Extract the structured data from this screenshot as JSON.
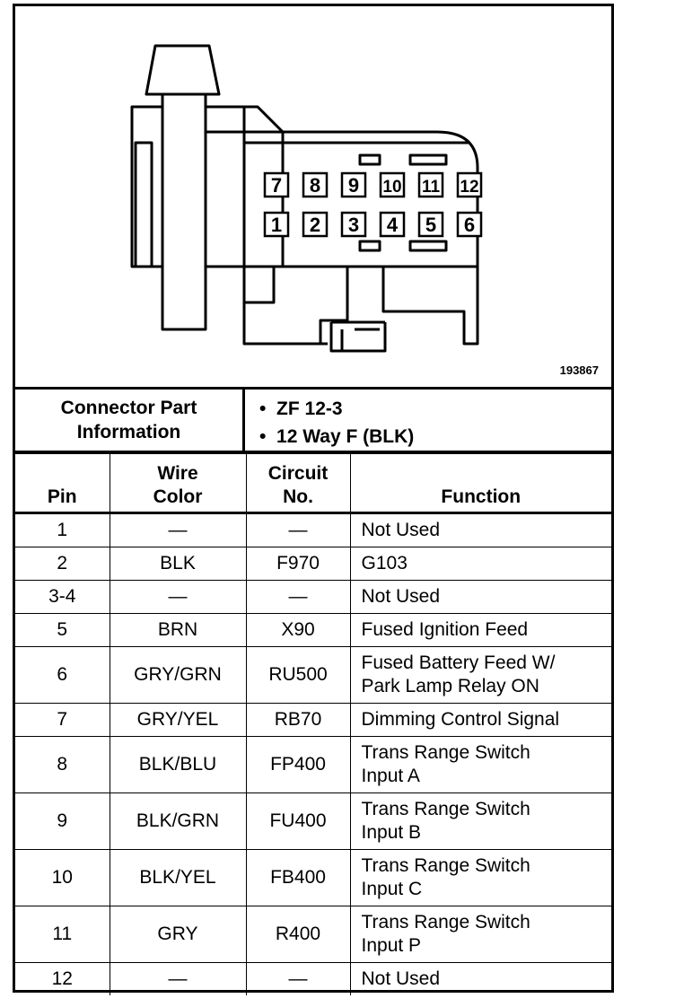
{
  "figure": {
    "id": "193867",
    "cavity_numbers_top": [
      "7",
      "8",
      "9",
      "10",
      "11",
      "12"
    ],
    "cavity_numbers_bottom": [
      "1",
      "2",
      "3",
      "4",
      "5",
      "6"
    ]
  },
  "connector_info": {
    "label_line1": "Connector Part",
    "label_line2": "Information",
    "items": [
      "ZF 12-3",
      "12 Way F (BLK)"
    ]
  },
  "table": {
    "headers": {
      "pin": "Pin",
      "wire_color_line1": "Wire",
      "wire_color_line2": "Color",
      "circuit_line1": "Circuit",
      "circuit_line2": "No.",
      "function": "Function"
    },
    "rows": [
      {
        "pin": "1",
        "color": "—",
        "circuit": "—",
        "function": [
          "Not Used"
        ]
      },
      {
        "pin": "2",
        "color": "BLK",
        "circuit": "F970",
        "function": [
          "G103"
        ]
      },
      {
        "pin": "3-4",
        "color": "—",
        "circuit": "—",
        "function": [
          "Not Used"
        ]
      },
      {
        "pin": "5",
        "color": "BRN",
        "circuit": "X90",
        "function": [
          "Fused Ignition Feed"
        ]
      },
      {
        "pin": "6",
        "color": "GRY/GRN",
        "circuit": "RU500",
        "function": [
          "Fused Battery Feed W/",
          "Park Lamp Relay ON"
        ]
      },
      {
        "pin": "7",
        "color": "GRY/YEL",
        "circuit": "RB70",
        "function": [
          "Dimming Control Signal"
        ]
      },
      {
        "pin": "8",
        "color": "BLK/BLU",
        "circuit": "FP400",
        "function": [
          "Trans Range Switch",
          "Input A"
        ]
      },
      {
        "pin": "9",
        "color": "BLK/GRN",
        "circuit": "FU400",
        "function": [
          "Trans Range Switch",
          "Input B"
        ]
      },
      {
        "pin": "10",
        "color": "BLK/YEL",
        "circuit": "FB400",
        "function": [
          "Trans Range Switch",
          "Input C"
        ]
      },
      {
        "pin": "11",
        "color": "GRY",
        "circuit": "R400",
        "function": [
          "Trans Range Switch",
          "Input P"
        ]
      },
      {
        "pin": "12",
        "color": "—",
        "circuit": "—",
        "function": [
          "Not Used"
        ]
      }
    ]
  }
}
